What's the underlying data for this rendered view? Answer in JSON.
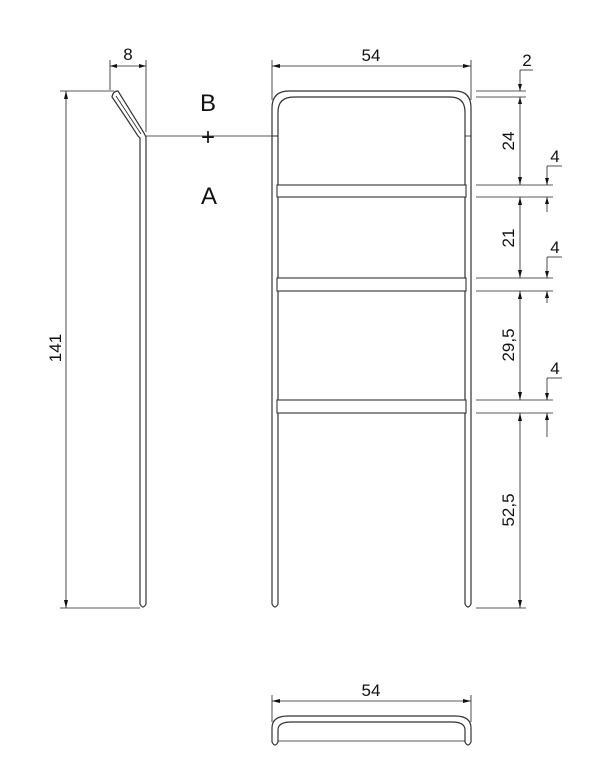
{
  "colors": {
    "line": "#333333",
    "text": "#111111",
    "background": "#ffffff"
  },
  "labels": {
    "point_top": "B",
    "point_bottom": "A",
    "marker": "+"
  },
  "dimensions": {
    "side_depth": "8",
    "front_width": "54",
    "top_gap": "2",
    "space_1": "24",
    "step_1": "4",
    "space_2": "21",
    "step_2": "4",
    "space_3": "29,5",
    "step_3": "4",
    "space_4": "52,5",
    "total_height": "141",
    "plan_width": "54"
  }
}
